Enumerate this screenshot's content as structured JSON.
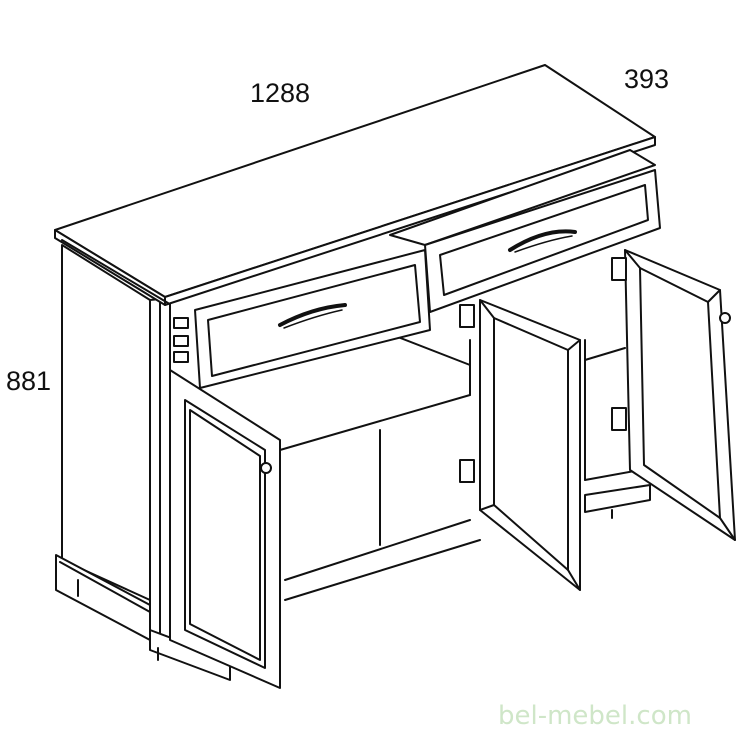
{
  "dimensions": {
    "width": "1288",
    "depth": "393",
    "height": "881"
  },
  "watermark": "bel-mebel.com",
  "colors": {
    "line": "#111111",
    "watermark": "#cfe6c8",
    "background": "#ffffff"
  }
}
